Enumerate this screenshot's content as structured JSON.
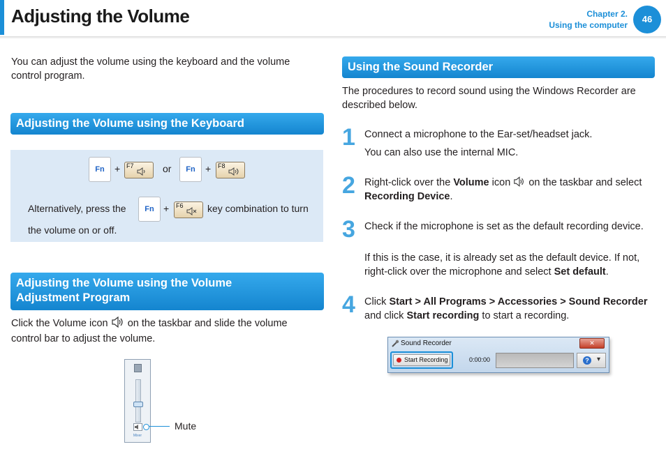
{
  "header": {
    "title": "Adjusting the Volume",
    "chapter": "Chapter 2.",
    "chapter_title": "Using the computer",
    "page_number": "46"
  },
  "intro": "You can adjust the volume using the keyboard and the volume control program.",
  "keyboard_section": {
    "heading": "Adjusting the Volume using the Keyboard",
    "fn_label": "Fn",
    "plus": "+",
    "or": "or",
    "f7_label": "F7",
    "f8_label": "F8",
    "f6_label": "F6",
    "alt_before": "Alternatively, press the",
    "alt_after": "key combination to turn",
    "alt_line2": "the volume on or off."
  },
  "program_section": {
    "heading_line1": "Adjusting the Volume using the Volume",
    "heading_line2": "Adjustment Program",
    "text_before": "Click the Volume icon",
    "text_after": "on the taskbar and slide the volume",
    "text_line2": "control bar to adjust the volume.",
    "mute_label": "Mute",
    "mixer_label": "Mixer"
  },
  "recorder_section": {
    "heading": "Using the Sound Recorder",
    "intro": "The procedures to record sound using the Windows Recorder are described below.",
    "steps": [
      {
        "num": "1",
        "line": "Connect a microphone to the Ear-set/headset jack.",
        "sub": "You can also use the internal MIC."
      },
      {
        "num": "2",
        "a": "Right-click over the ",
        "b": "Volume",
        "c": " icon ",
        "d": " on the taskbar and select",
        "e": "Recording Device",
        "f": "."
      },
      {
        "num": "3",
        "line": "Check if the microphone is set as the default recording device.",
        "sub_a": "If this is the case, it is already set as the default device. If not, right-click over the microphone and select ",
        "sub_b": "Set default",
        "sub_c": "."
      },
      {
        "num": "4",
        "a": "Click ",
        "b": "Start > All Programs > Accessories > Sound Recorder",
        "c": "and click ",
        "d": "Start recording",
        "e": " to start a recording."
      }
    ],
    "window": {
      "title": "Sound Recorder",
      "close": "✕",
      "start_button": "Start Recording",
      "time": "0:00:00",
      "help": "?",
      "dropdown": "▾"
    }
  },
  "colors": {
    "accent": "#1c8fd8",
    "step_number": "#46a6e0",
    "keybox_bg": "#dce9f6"
  }
}
